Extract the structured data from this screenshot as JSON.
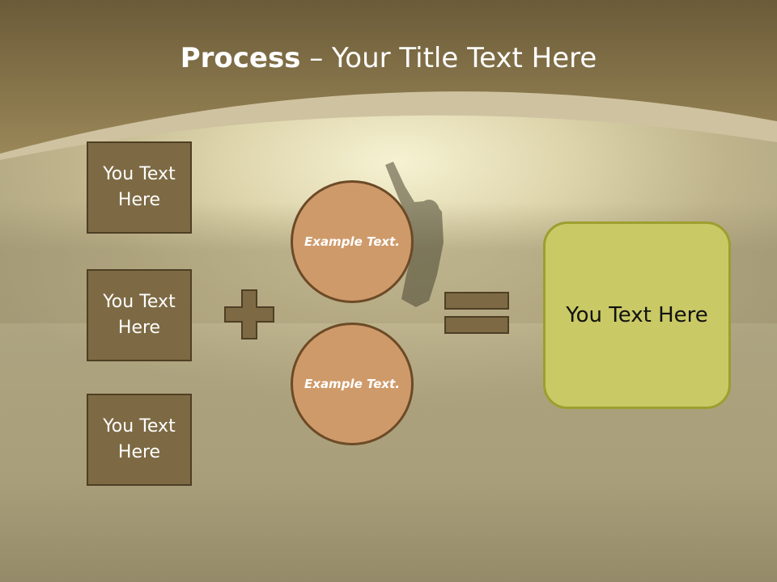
{
  "title": {
    "bold": "Process",
    "rest": " – Your Title Text Here"
  },
  "inputs": [
    {
      "label": "You Text Here"
    },
    {
      "label": "You Text Here"
    },
    {
      "label": "You Text Here"
    }
  ],
  "circles": [
    {
      "label": "Example Text."
    },
    {
      "label": "Example Text."
    }
  ],
  "result": {
    "label": "You Text Here"
  },
  "operators": {
    "plus": "plus-icon",
    "equals": "equals-icon"
  },
  "colors": {
    "header": "#8a7750",
    "input_box": "#7d6a44",
    "circle": "#cf9a6a",
    "result_box": "#c9c965"
  }
}
